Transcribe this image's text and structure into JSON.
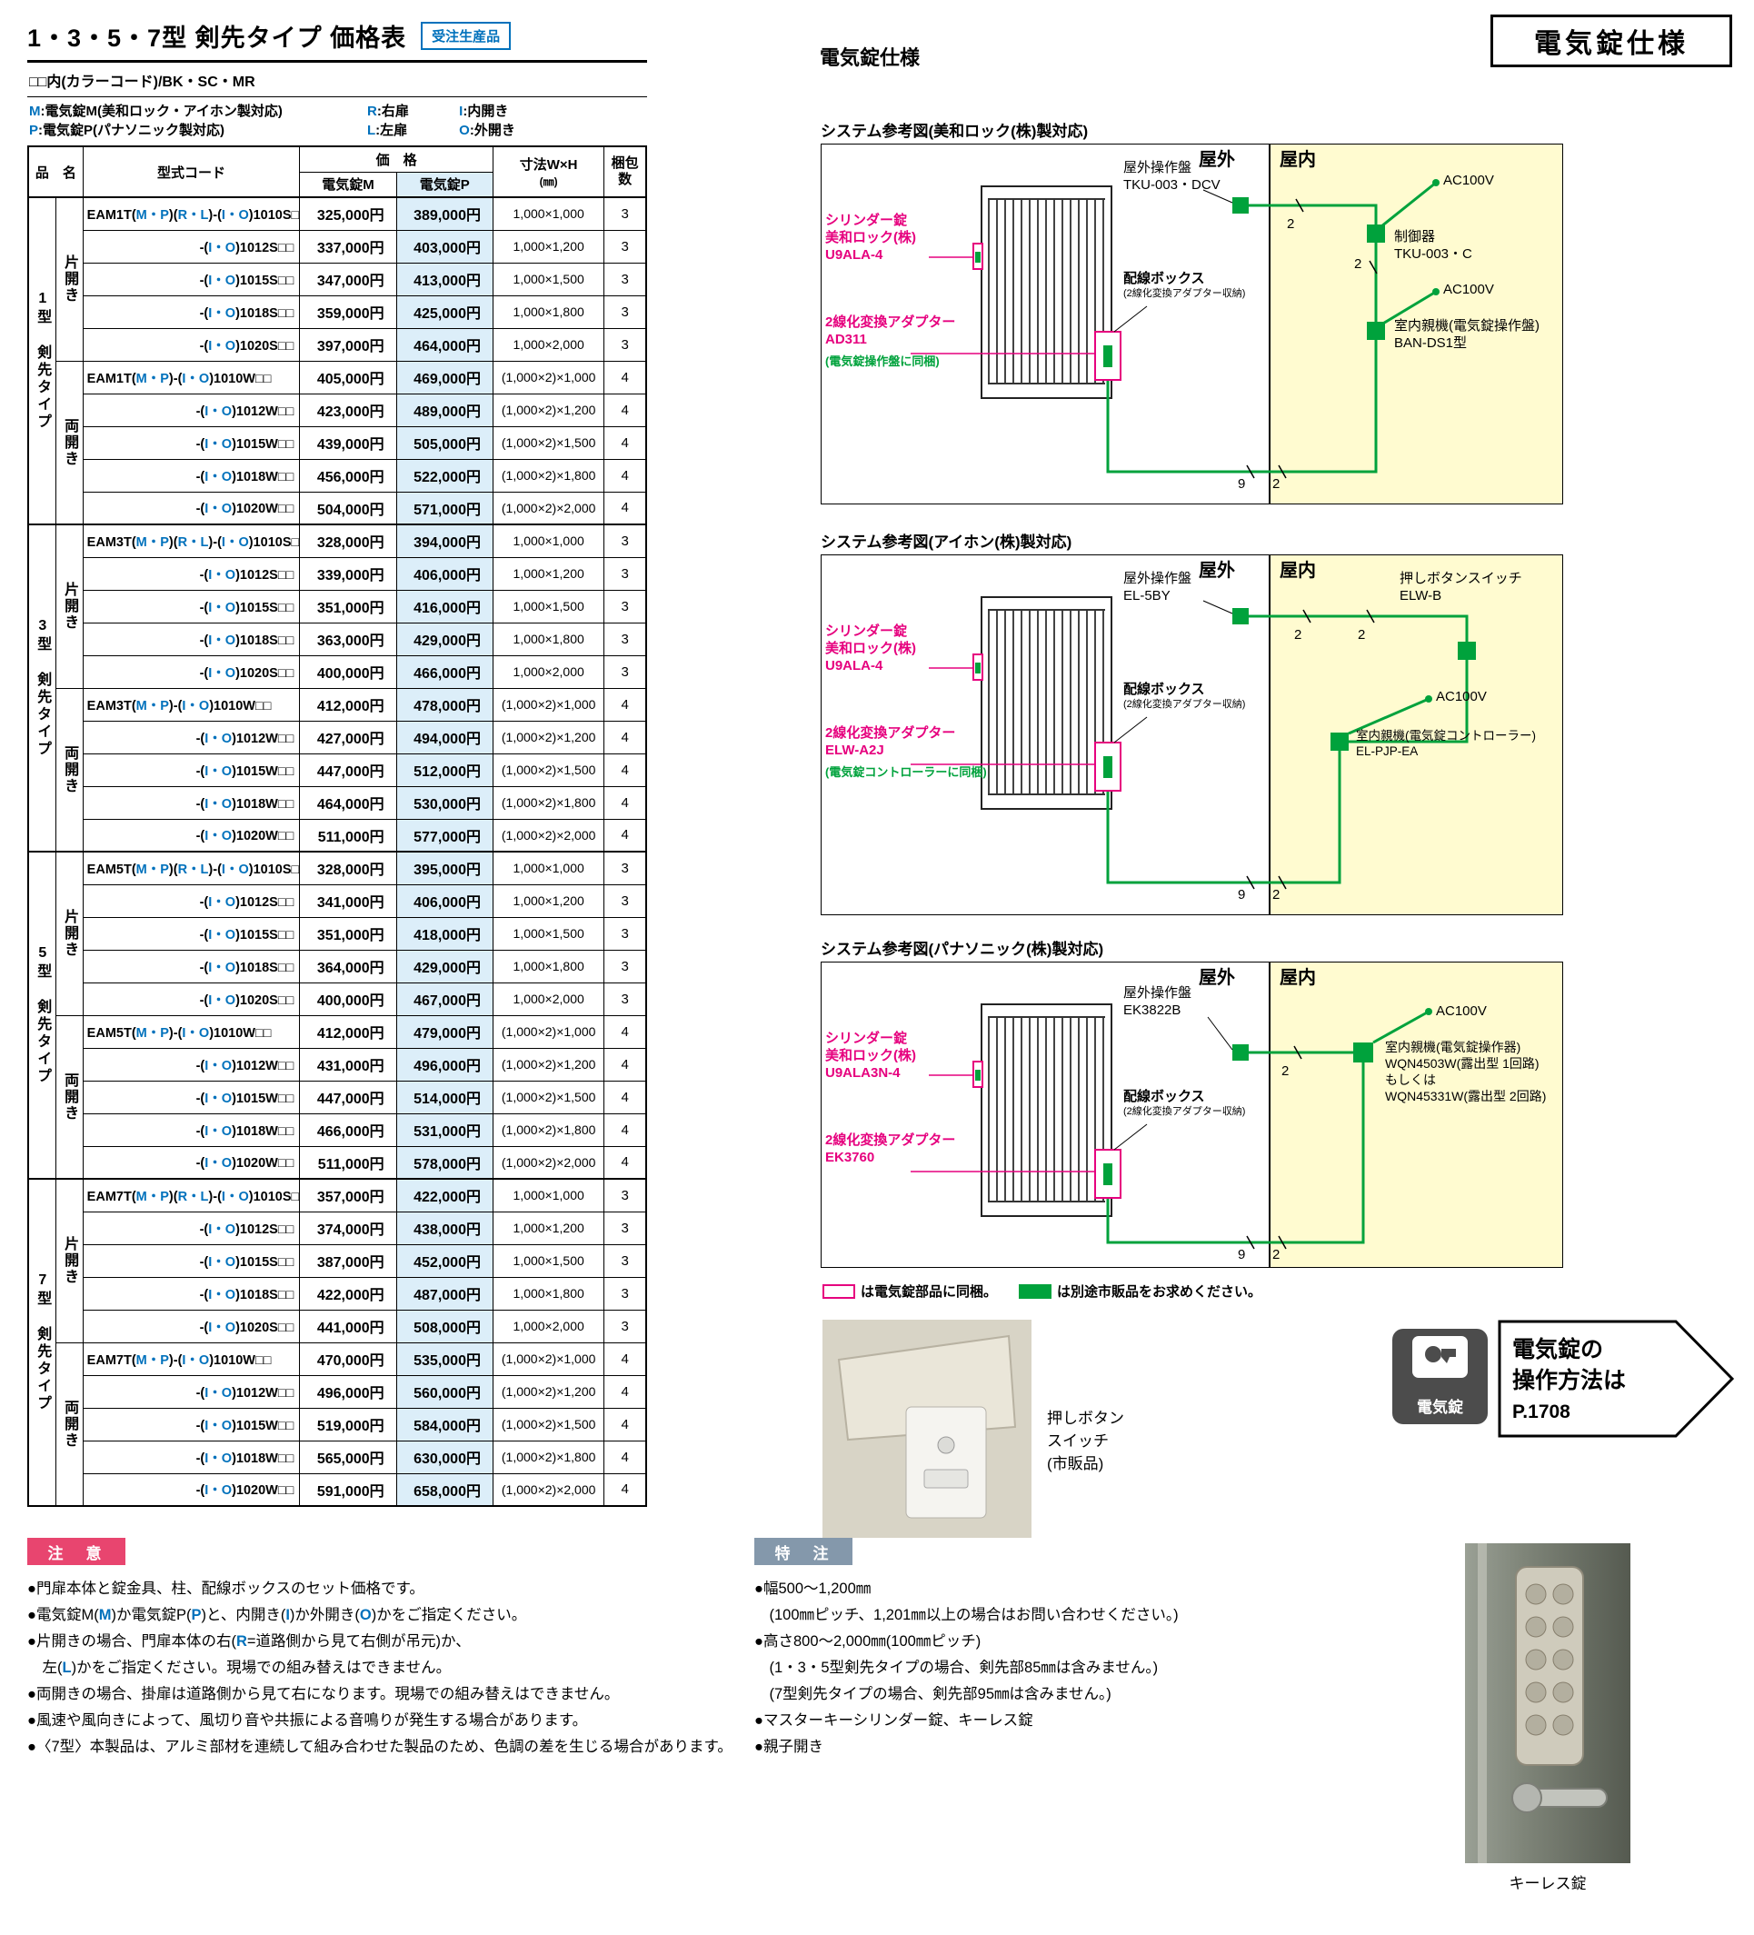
{
  "colors": {
    "accent_blue": "#0071bc",
    "magenta": "#e6007e",
    "green": "#00a23c",
    "indoor_yellow": "#fffbd0",
    "price_p_bg": "#dceef9",
    "notice_red": "#e8456f",
    "custom_gray": "#8498ab"
  },
  "header": {
    "title": "1・3・5・7型 剣先タイプ 価格表",
    "order_badge": "受注生産品",
    "color_note": "□□内(カラーコード)/BK・SC・MR"
  },
  "legend": {
    "left": [
      {
        "key": "M",
        "text": ":電気錠M(美和ロック・アイホン製対応)"
      },
      {
        "key": "P",
        "text": ":電気錠P(パナソニック製対応)"
      }
    ],
    "right": [
      {
        "key": "R",
        "text": ":右扉"
      },
      {
        "key": "I",
        "text": ":内開き"
      },
      {
        "key": "L",
        "text": ":左扉"
      },
      {
        "key": "O",
        "text": ":外開き"
      }
    ]
  },
  "table": {
    "headers": {
      "name": "品　名",
      "code": "型式コード",
      "price": "価　格",
      "price_m": "電気錠M",
      "price_p": "電気錠P",
      "dim1": "寸法W×H",
      "dim2": "(㎜)",
      "pack": "梱包数"
    },
    "groups": [
      {
        "type": "1型 剣先タイプ",
        "subs": [
          {
            "label": "片開き",
            "rows": [
              {
                "c": "EAM1T(M・P)(R・L)-(I・O)1010S□□",
                "m": "325,000円",
                "p": "389,000円",
                "d": "1,000×1,000",
                "k": "3"
              },
              {
                "c": "-(I・O)1012S□□",
                "m": "337,000円",
                "p": "403,000円",
                "d": "1,000×1,200",
                "k": "3"
              },
              {
                "c": "-(I・O)1015S□□",
                "m": "347,000円",
                "p": "413,000円",
                "d": "1,000×1,500",
                "k": "3"
              },
              {
                "c": "-(I・O)1018S□□",
                "m": "359,000円",
                "p": "425,000円",
                "d": "1,000×1,800",
                "k": "3"
              },
              {
                "c": "-(I・O)1020S□□",
                "m": "397,000円",
                "p": "464,000円",
                "d": "1,000×2,000",
                "k": "3"
              }
            ]
          },
          {
            "label": "両開き",
            "rows": [
              {
                "c": "EAM1T(M・P)-(I・O)1010W□□",
                "m": "405,000円",
                "p": "469,000円",
                "d": "(1,000×2)×1,000",
                "k": "4"
              },
              {
                "c": "-(I・O)1012W□□",
                "m": "423,000円",
                "p": "489,000円",
                "d": "(1,000×2)×1,200",
                "k": "4"
              },
              {
                "c": "-(I・O)1015W□□",
                "m": "439,000円",
                "p": "505,000円",
                "d": "(1,000×2)×1,500",
                "k": "4"
              },
              {
                "c": "-(I・O)1018W□□",
                "m": "456,000円",
                "p": "522,000円",
                "d": "(1,000×2)×1,800",
                "k": "4"
              },
              {
                "c": "-(I・O)1020W□□",
                "m": "504,000円",
                "p": "571,000円",
                "d": "(1,000×2)×2,000",
                "k": "4"
              }
            ]
          }
        ]
      },
      {
        "type": "3型 剣先タイプ",
        "subs": [
          {
            "label": "片開き",
            "rows": [
              {
                "c": "EAM3T(M・P)(R・L)-(I・O)1010S□□",
                "m": "328,000円",
                "p": "394,000円",
                "d": "1,000×1,000",
                "k": "3"
              },
              {
                "c": "-(I・O)1012S□□",
                "m": "339,000円",
                "p": "406,000円",
                "d": "1,000×1,200",
                "k": "3"
              },
              {
                "c": "-(I・O)1015S□□",
                "m": "351,000円",
                "p": "416,000円",
                "d": "1,000×1,500",
                "k": "3"
              },
              {
                "c": "-(I・O)1018S□□",
                "m": "363,000円",
                "p": "429,000円",
                "d": "1,000×1,800",
                "k": "3"
              },
              {
                "c": "-(I・O)1020S□□",
                "m": "400,000円",
                "p": "466,000円",
                "d": "1,000×2,000",
                "k": "3"
              }
            ]
          },
          {
            "label": "両開き",
            "rows": [
              {
                "c": "EAM3T(M・P)-(I・O)1010W□□",
                "m": "412,000円",
                "p": "478,000円",
                "d": "(1,000×2)×1,000",
                "k": "4"
              },
              {
                "c": "-(I・O)1012W□□",
                "m": "427,000円",
                "p": "494,000円",
                "d": "(1,000×2)×1,200",
                "k": "4"
              },
              {
                "c": "-(I・O)1015W□□",
                "m": "447,000円",
                "p": "512,000円",
                "d": "(1,000×2)×1,500",
                "k": "4"
              },
              {
                "c": "-(I・O)1018W□□",
                "m": "464,000円",
                "p": "530,000円",
                "d": "(1,000×2)×1,800",
                "k": "4"
              },
              {
                "c": "-(I・O)1020W□□",
                "m": "511,000円",
                "p": "577,000円",
                "d": "(1,000×2)×2,000",
                "k": "4"
              }
            ]
          }
        ]
      },
      {
        "type": "5型 剣先タイプ",
        "subs": [
          {
            "label": "片開き",
            "rows": [
              {
                "c": "EAM5T(M・P)(R・L)-(I・O)1010S□□",
                "m": "328,000円",
                "p": "395,000円",
                "d": "1,000×1,000",
                "k": "3"
              },
              {
                "c": "-(I・O)1012S□□",
                "m": "341,000円",
                "p": "406,000円",
                "d": "1,000×1,200",
                "k": "3"
              },
              {
                "c": "-(I・O)1015S□□",
                "m": "351,000円",
                "p": "418,000円",
                "d": "1,000×1,500",
                "k": "3"
              },
              {
                "c": "-(I・O)1018S□□",
                "m": "364,000円",
                "p": "429,000円",
                "d": "1,000×1,800",
                "k": "3"
              },
              {
                "c": "-(I・O)1020S□□",
                "m": "400,000円",
                "p": "467,000円",
                "d": "1,000×2,000",
                "k": "3"
              }
            ]
          },
          {
            "label": "両開き",
            "rows": [
              {
                "c": "EAM5T(M・P)-(I・O)1010W□□",
                "m": "412,000円",
                "p": "479,000円",
                "d": "(1,000×2)×1,000",
                "k": "4"
              },
              {
                "c": "-(I・O)1012W□□",
                "m": "431,000円",
                "p": "496,000円",
                "d": "(1,000×2)×1,200",
                "k": "4"
              },
              {
                "c": "-(I・O)1015W□□",
                "m": "447,000円",
                "p": "514,000円",
                "d": "(1,000×2)×1,500",
                "k": "4"
              },
              {
                "c": "-(I・O)1018W□□",
                "m": "466,000円",
                "p": "531,000円",
                "d": "(1,000×2)×1,800",
                "k": "4"
              },
              {
                "c": "-(I・O)1020W□□",
                "m": "511,000円",
                "p": "578,000円",
                "d": "(1,000×2)×2,000",
                "k": "4"
              }
            ]
          }
        ]
      },
      {
        "type": "7型 剣先タイプ",
        "subs": [
          {
            "label": "片開き",
            "rows": [
              {
                "c": "EAM7T(M・P)(R・L)-(I・O)1010S□□",
                "m": "357,000円",
                "p": "422,000円",
                "d": "1,000×1,000",
                "k": "3"
              },
              {
                "c": "-(I・O)1012S□□",
                "m": "374,000円",
                "p": "438,000円",
                "d": "1,000×1,200",
                "k": "3"
              },
              {
                "c": "-(I・O)1015S□□",
                "m": "387,000円",
                "p": "452,000円",
                "d": "1,000×1,500",
                "k": "3"
              },
              {
                "c": "-(I・O)1018S□□",
                "m": "422,000円",
                "p": "487,000円",
                "d": "1,000×1,800",
                "k": "3"
              },
              {
                "c": "-(I・O)1020S□□",
                "m": "441,000円",
                "p": "508,000円",
                "d": "1,000×2,000",
                "k": "3"
              }
            ]
          },
          {
            "label": "両開き",
            "rows": [
              {
                "c": "EAM7T(M・P)-(I・O)1010W□□",
                "m": "470,000円",
                "p": "535,000円",
                "d": "(1,000×2)×1,000",
                "k": "4"
              },
              {
                "c": "-(I・O)1012W□□",
                "m": "496,000円",
                "p": "560,000円",
                "d": "(1,000×2)×1,200",
                "k": "4"
              },
              {
                "c": "-(I・O)1015W□□",
                "m": "519,000円",
                "p": "584,000円",
                "d": "(1,000×2)×1,500",
                "k": "4"
              },
              {
                "c": "-(I・O)1018W□□",
                "m": "565,000円",
                "p": "630,000円",
                "d": "(1,000×2)×1,800",
                "k": "4"
              },
              {
                "c": "-(I・O)1020W□□",
                "m": "591,000円",
                "p": "658,000円",
                "d": "(1,000×2)×2,000",
                "k": "4"
              }
            ]
          }
        ]
      }
    ]
  },
  "right": {
    "section_title": "電気錠仕様",
    "corner_title": "電気錠仕様",
    "diagrams": [
      {
        "title": "システム参考図(美和ロック(株)製対応)",
        "outdoor": "屋外",
        "indoor": "屋内",
        "outdoor_panel": "屋外操作盤\nTKU-003・DCV",
        "cylinder": "シリンダー錠\n美和ロック(株)\nU9ALA-4",
        "adapter": "2線化変換アダプター\nAD311",
        "adapter_note": "(電気錠操作盤に同梱)",
        "wiring_box": "配線ボックス",
        "wiring_box_note": "(2線化変換アダプター収納)",
        "ac1": "AC100V",
        "comp1": "制御器\nTKU-003・C",
        "ac2": "AC100V",
        "comp2": "室内親機(電気錠操作盤)\nBAN-DS1型",
        "n1": "2",
        "n2": "2",
        "n3": "9",
        "n4": "2"
      },
      {
        "title": "システム参考図(アイホン(株)製対応)",
        "outdoor": "屋外",
        "indoor": "屋内",
        "outdoor_panel": "屋外操作盤\nEL-5BY",
        "cylinder": "シリンダー錠\n美和ロック(株)\nU9ALA-4",
        "adapter": "2線化変換アダプター\nELW-A2J",
        "adapter_note": "(電気錠コントローラーに同梱)",
        "push_button": "押しボタンスイッチ\nELW-B",
        "wiring_box": "配線ボックス",
        "wiring_box_note": "(2線化変換アダプター収納)",
        "ac1": "AC100V",
        "comp2": "室内親機(電気錠コントローラー)\nEL-PJP-EA",
        "n1": "2",
        "n2": "2",
        "n3": "9",
        "n4": "2"
      },
      {
        "title": "システム参考図(パナソニック(株)製対応)",
        "outdoor": "屋外",
        "indoor": "屋内",
        "outdoor_panel": "屋外操作盤\nEK3822B",
        "cylinder": "シリンダー錠\n美和ロック(株)\nU9ALA3N-4",
        "adapter": "2線化変換アダプター\nEK3760",
        "wiring_box": "配線ボックス",
        "wiring_box_note": "(2線化変換アダプター収納)",
        "ac1": "AC100V",
        "comp2": "室内親機(電気錠操作器)\nWQN4503W(露出型 1回路)\nもしくは\nWQN45331W(露出型 2回路)",
        "n1": "2",
        "n3": "9",
        "n4": "2"
      }
    ],
    "legend": {
      "included": "は電気錠部品に同梱。",
      "separate": "は別途市販品をお求めください。"
    },
    "push_button_caption": "押しボタン\nスイッチ\n(市販品)",
    "operation": {
      "badge": "電気錠",
      "line1": "電気錠の",
      "line2": "操作方法は",
      "page": "P.1708"
    },
    "keyless_caption": "キーレス錠"
  },
  "notes": {
    "label": "注　意",
    "lines": [
      [
        {
          "t": "●門扉本体と錠金具、柱、配線ボックスのセット価格です。"
        }
      ],
      [
        {
          "t": "●電気錠M("
        },
        {
          "t": "M",
          "c": 1
        },
        {
          "t": ")か電気錠P("
        },
        {
          "t": "P",
          "c": 1
        },
        {
          "t": ")と、内開き("
        },
        {
          "t": "I",
          "c": 1
        },
        {
          "t": ")か外開き("
        },
        {
          "t": "O",
          "c": 1
        },
        {
          "t": ")かをご指定ください。"
        }
      ],
      [
        {
          "t": "●片開きの場合、門扉本体の右("
        },
        {
          "t": "R",
          "c": 1
        },
        {
          "t": "=道路側から見て右側が吊元)か、"
        }
      ],
      [
        {
          "t": "　左("
        },
        {
          "t": "L",
          "c": 1
        },
        {
          "t": ")かをご指定ください。現場での組み替えはできません。"
        }
      ],
      [
        {
          "t": "●両開きの場合、掛扉は道路側から見て右になります。現場での組み替えはできません。"
        }
      ],
      [
        {
          "t": "●風速や風向きによって、風切り音や共振による音鳴りが発生する場合があります。"
        }
      ],
      [
        {
          "t": "●〈7型〉本製品は、アルミ部材を連続して組み合わせた製品のため、色調の差を生じる場合があります。"
        }
      ]
    ]
  },
  "custom": {
    "label": "特　注",
    "lines": [
      [
        {
          "t": "●幅500〜1,200㎜"
        }
      ],
      [
        {
          "t": "　(100㎜ピッチ、1,201㎜以上の場合はお問い合わせください。)"
        }
      ],
      [
        {
          "t": "●高さ800〜2,000㎜(100㎜ピッチ)"
        }
      ],
      [
        {
          "t": "　(1・3・5型剣先タイプの場合、剣先部85㎜は含みません。)"
        }
      ],
      [
        {
          "t": "　(7型剣先タイプの場合、剣先部95㎜は含みません。)"
        }
      ],
      [
        {
          "t": "●マスターキーシリンダー錠、キーレス錠"
        }
      ],
      [
        {
          "t": "●親子開き"
        }
      ]
    ]
  }
}
